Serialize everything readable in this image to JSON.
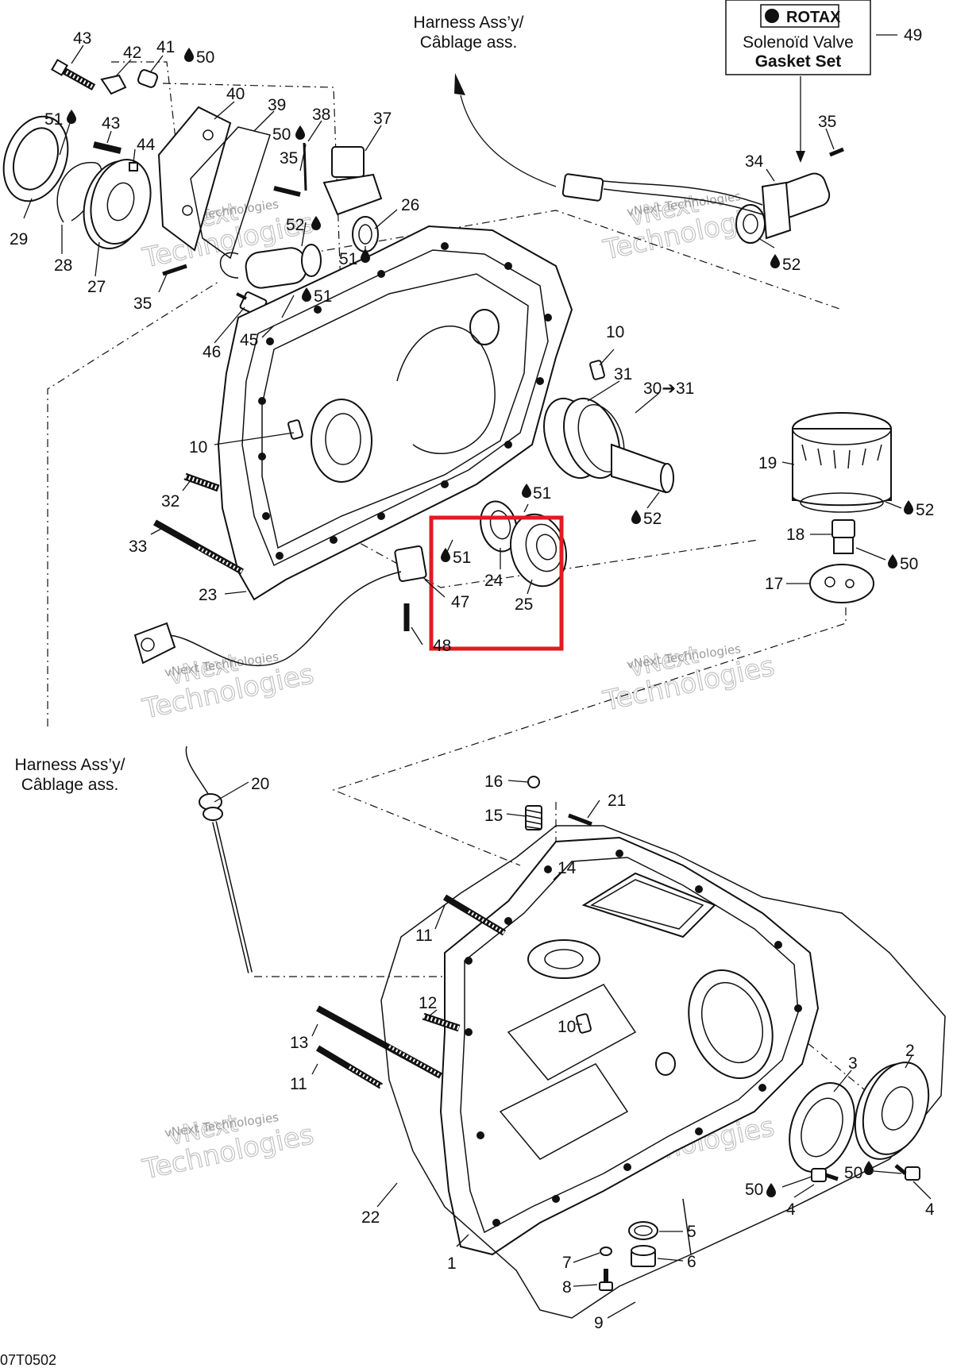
{
  "diagram": {
    "code": "07T0502",
    "watermark": {
      "line1": "vNext",
      "line2": "Technologies",
      "small": "vNext Technologies"
    },
    "captions": {
      "harness_top": [
        "Harness Ass’y/",
        "Câblage ass."
      ],
      "harness_left": [
        "Harness Ass’y/",
        "Câblage ass."
      ]
    },
    "kit": {
      "brand": "ROTAX",
      "line1": "Solenoïd Valve",
      "line2": "Gasket Set",
      "number": "49"
    },
    "callouts": {
      "c43a": "43",
      "c42": "42",
      "c41": "41",
      "c50a": "50",
      "c51a": "51",
      "c43b": "43",
      "c44": "44",
      "c40": "40",
      "c39": "39",
      "c38": "38",
      "c37": "37",
      "c50b": "50",
      "c35a": "35",
      "c29": "29",
      "c28": "28",
      "c27": "27",
      "c35b": "35",
      "c52a": "52",
      "c26": "26",
      "c51b": "51",
      "c51c": "51",
      "c46": "46",
      "c45": "45",
      "c35c": "35",
      "c34": "34",
      "c52b": "52",
      "c10a": "10",
      "c31": "31",
      "c3031": "30➔31",
      "c10b": "10",
      "c32": "32",
      "c33": "33",
      "c23": "23",
      "c51d": "51",
      "c52c": "52",
      "c51e": "51",
      "c24": "24",
      "c25": "25",
      "c47": "47",
      "c48": "48",
      "c19": "19",
      "c52d": "52",
      "c18": "18",
      "c50c": "50",
      "c17": "17",
      "c20": "20",
      "c16": "16",
      "c15": "15",
      "c21": "21",
      "c14": "14",
      "c11a": "11",
      "c12": "12",
      "c10c": "10",
      "c13": "13",
      "c11b": "11",
      "c3": "3",
      "c2": "2",
      "c50d": "50",
      "c50e": "50",
      "c4a": "4",
      "c4b": "4",
      "c22": "22",
      "c1": "1",
      "c5": "5",
      "c7": "7",
      "c6": "6",
      "c8": "8",
      "c9": "9"
    }
  }
}
